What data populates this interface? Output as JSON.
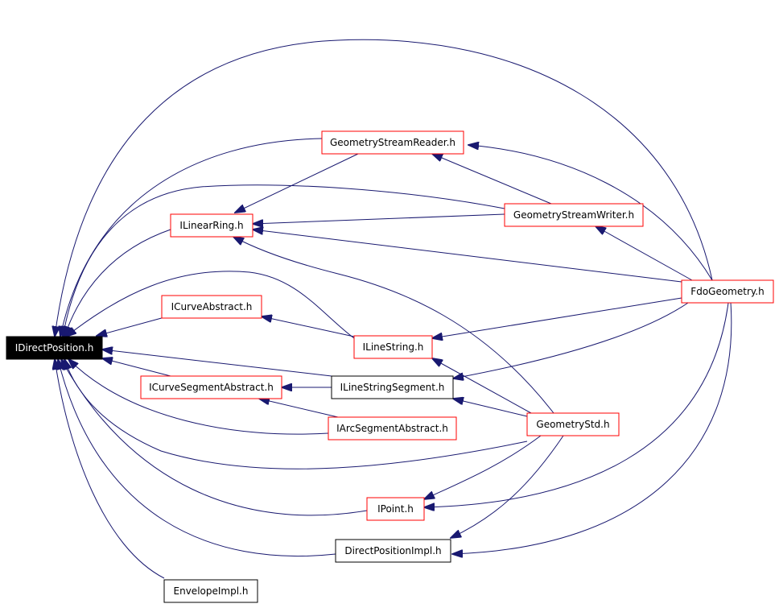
{
  "diagram": {
    "colors": {
      "edge": "#191970",
      "node_border_red": "#ff0000",
      "node_border_black": "#000000",
      "focus_fill": "#000000",
      "focus_text": "#ffffff",
      "text": "#000000",
      "background": "#ffffff"
    },
    "nodes": [
      {
        "id": "IDirectPosition",
        "label": "IDirectPosition.h",
        "style": "focus"
      },
      {
        "id": "GeometryStreamReader",
        "label": "GeometryStreamReader.h",
        "style": "red"
      },
      {
        "id": "ILinearRing",
        "label": "ILinearRing.h",
        "style": "red"
      },
      {
        "id": "GeometryStreamWriter",
        "label": "GeometryStreamWriter.h",
        "style": "red"
      },
      {
        "id": "FdoGeometry",
        "label": "FdoGeometry.h",
        "style": "red"
      },
      {
        "id": "ICurveAbstract",
        "label": "ICurveAbstract.h",
        "style": "red"
      },
      {
        "id": "ILineString",
        "label": "ILineString.h",
        "style": "red"
      },
      {
        "id": "ICurveSegmentAbstract",
        "label": "ICurveSegmentAbstract.h",
        "style": "red"
      },
      {
        "id": "ILineStringSegment",
        "label": "ILineStringSegment.h",
        "style": "black"
      },
      {
        "id": "IArcSegmentAbstract",
        "label": "IArcSegmentAbstract.h",
        "style": "red"
      },
      {
        "id": "GeometryStd",
        "label": "GeometryStd.h",
        "style": "red"
      },
      {
        "id": "IPoint",
        "label": "IPoint.h",
        "style": "red"
      },
      {
        "id": "DirectPositionImpl",
        "label": "DirectPositionImpl.h",
        "style": "black"
      },
      {
        "id": "EnvelopeImpl",
        "label": "EnvelopeImpl.h",
        "style": "black"
      }
    ],
    "edges": [
      {
        "from": "GeometryStreamReader",
        "to": "IDirectPosition"
      },
      {
        "from": "GeometryStreamReader",
        "to": "ILinearRing"
      },
      {
        "from": "GeometryStreamWriter",
        "to": "GeometryStreamReader"
      },
      {
        "from": "GeometryStreamWriter",
        "to": "ILinearRing"
      },
      {
        "from": "GeometryStreamWriter",
        "to": "IDirectPosition"
      },
      {
        "from": "FdoGeometry",
        "to": "GeometryStreamReader"
      },
      {
        "from": "FdoGeometry",
        "to": "GeometryStreamWriter"
      },
      {
        "from": "FdoGeometry",
        "to": "ILinearRing"
      },
      {
        "from": "FdoGeometry",
        "to": "ILineString"
      },
      {
        "from": "FdoGeometry",
        "to": "ILineStringSegment"
      },
      {
        "from": "FdoGeometry",
        "to": "IPoint"
      },
      {
        "from": "FdoGeometry",
        "to": "DirectPositionImpl"
      },
      {
        "from": "FdoGeometry",
        "to": "IDirectPosition"
      },
      {
        "from": "ILinearRing",
        "to": "IDirectPosition"
      },
      {
        "from": "GeometryStd",
        "to": "ILinearRing"
      },
      {
        "from": "ICurveAbstract",
        "to": "IDirectPosition"
      },
      {
        "from": "ILineString",
        "to": "ICurveAbstract"
      },
      {
        "from": "ILineString",
        "to": "IDirectPosition"
      },
      {
        "from": "GeometryStd",
        "to": "ILineString"
      },
      {
        "from": "ILineStringSegment",
        "to": "IDirectPosition"
      },
      {
        "from": "ILineStringSegment",
        "to": "ICurveSegmentAbstract"
      },
      {
        "from": "GeometryStd",
        "to": "ILineStringSegment"
      },
      {
        "from": "ICurveSegmentAbstract",
        "to": "IDirectPosition"
      },
      {
        "from": "IArcSegmentAbstract",
        "to": "ICurveSegmentAbstract"
      },
      {
        "from": "IArcSegmentAbstract",
        "to": "IDirectPosition"
      },
      {
        "from": "GeometryStd",
        "to": "IDirectPosition"
      },
      {
        "from": "GeometryStd",
        "to": "IPoint"
      },
      {
        "from": "GeometryStd",
        "to": "DirectPositionImpl"
      },
      {
        "from": "IPoint",
        "to": "IDirectPosition"
      },
      {
        "from": "DirectPositionImpl",
        "to": "IDirectPosition"
      },
      {
        "from": "EnvelopeImpl",
        "to": "IDirectPosition"
      }
    ]
  }
}
